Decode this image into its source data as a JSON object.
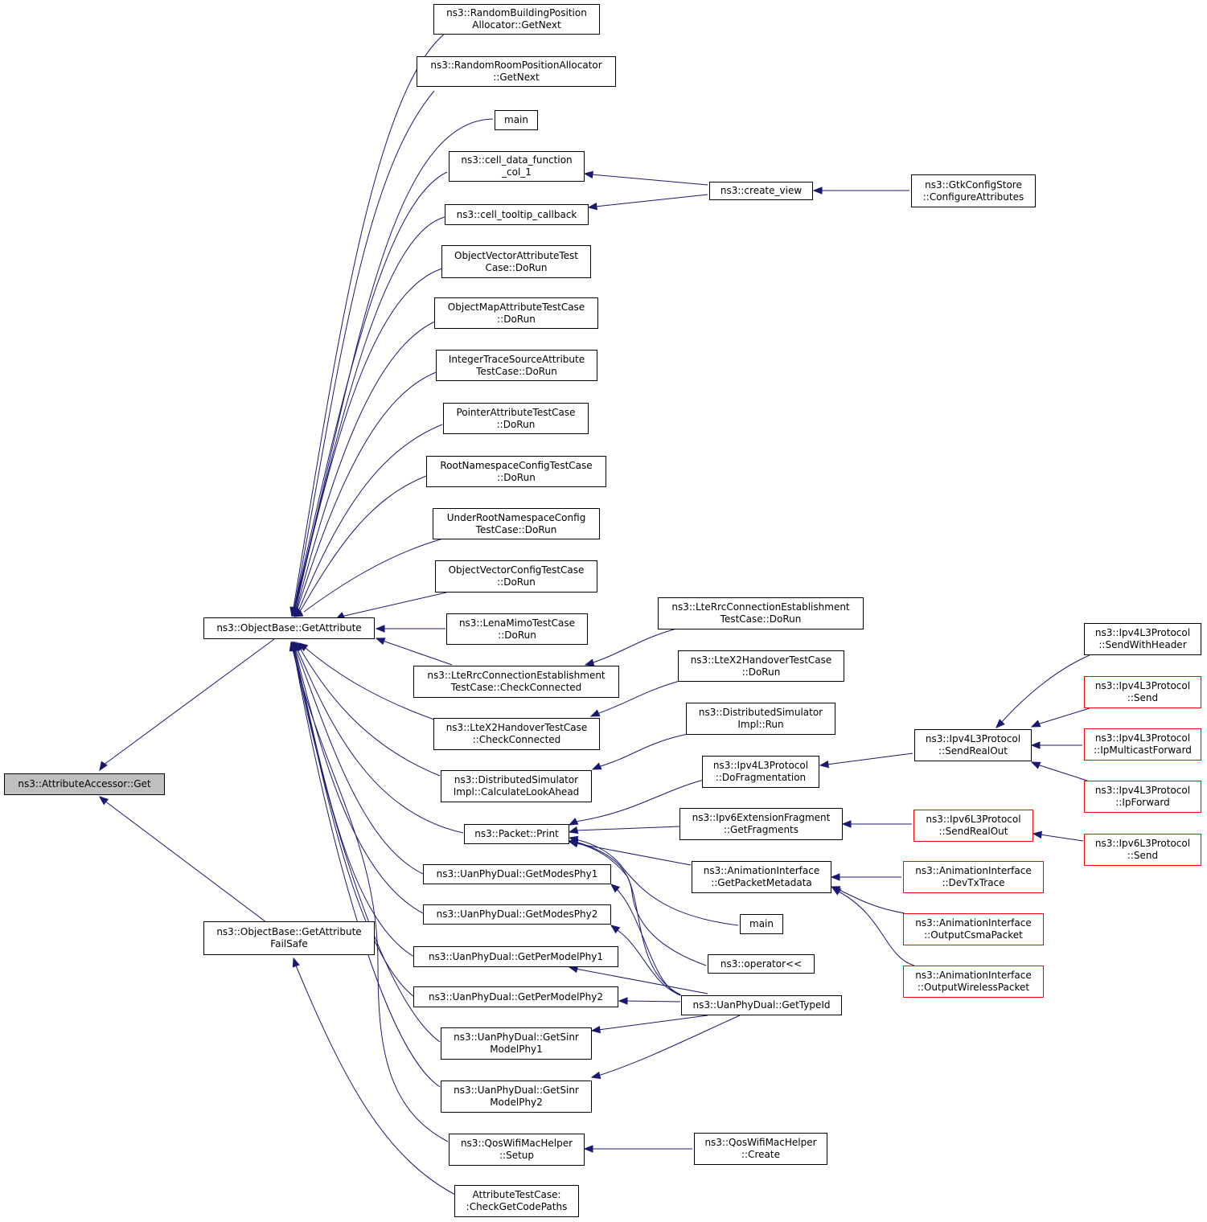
{
  "colors": {
    "edge": "#191970",
    "root_fill": "#bfbfbf",
    "node_border": "#000000",
    "truncated_border": "#ff0000"
  },
  "nodes": [
    {
      "id": "n0",
      "lines": [
        "ns3::AttributeAccessor::Get"
      ],
      "root": true
    },
    {
      "id": "n1",
      "lines": [
        "ns3::ObjectBase::GetAttribute"
      ]
    },
    {
      "id": "n2",
      "lines": [
        "ns3::ObjectBase::GetAttribute",
        "FailSafe"
      ]
    },
    {
      "id": "n3",
      "lines": [
        "ns3::RandomBuildingPosition",
        "Allocator::GetNext"
      ]
    },
    {
      "id": "n4",
      "lines": [
        "ns3::RandomRoomPositionAllocator",
        "::GetNext"
      ]
    },
    {
      "id": "n5",
      "lines": [
        "main"
      ]
    },
    {
      "id": "n6",
      "lines": [
        "ns3::cell_data_function",
        "_col_1"
      ]
    },
    {
      "id": "n7",
      "lines": [
        "ns3::cell_tooltip_callback"
      ]
    },
    {
      "id": "n8",
      "lines": [
        "ObjectVectorAttributeTest",
        "Case::DoRun"
      ]
    },
    {
      "id": "n9",
      "lines": [
        "ObjectMapAttributeTestCase",
        "::DoRun"
      ]
    },
    {
      "id": "n10",
      "lines": [
        "IntegerTraceSourceAttribute",
        "TestCase::DoRun"
      ]
    },
    {
      "id": "n11",
      "lines": [
        "PointerAttributeTestCase",
        "::DoRun"
      ]
    },
    {
      "id": "n12",
      "lines": [
        "RootNamespaceConfigTestCase",
        "::DoRun"
      ]
    },
    {
      "id": "n13",
      "lines": [
        "UnderRootNamespaceConfig",
        "TestCase::DoRun"
      ]
    },
    {
      "id": "n14",
      "lines": [
        "ObjectVectorConfigTestCase",
        "::DoRun"
      ]
    },
    {
      "id": "n15",
      "lines": [
        "ns3::LenaMimoTestCase",
        "::DoRun"
      ]
    },
    {
      "id": "n16",
      "lines": [
        "ns3::LteRrcConnectionEstablishment",
        "TestCase::CheckConnected"
      ]
    },
    {
      "id": "n17",
      "lines": [
        "ns3::LteX2HandoverTestCase",
        "::CheckConnected"
      ]
    },
    {
      "id": "n18",
      "lines": [
        "ns3::DistributedSimulator",
        "Impl::CalculateLookAhead"
      ]
    },
    {
      "id": "n19",
      "lines": [
        "ns3::Packet::Print"
      ]
    },
    {
      "id": "n20",
      "lines": [
        "ns3::UanPhyDual::GetModesPhy1"
      ]
    },
    {
      "id": "n21",
      "lines": [
        "ns3::UanPhyDual::GetModesPhy2"
      ]
    },
    {
      "id": "n22",
      "lines": [
        "ns3::UanPhyDual::GetPerModelPhy1"
      ]
    },
    {
      "id": "n23",
      "lines": [
        "ns3::UanPhyDual::GetPerModelPhy2"
      ]
    },
    {
      "id": "n24",
      "lines": [
        "ns3::UanPhyDual::GetSinr",
        "ModelPhy1"
      ]
    },
    {
      "id": "n25",
      "lines": [
        "ns3::UanPhyDual::GetSinr",
        "ModelPhy2"
      ]
    },
    {
      "id": "n26",
      "lines": [
        "ns3::QosWifiMacHelper",
        "::Setup"
      ]
    },
    {
      "id": "n27",
      "lines": [
        "AttributeTestCase:",
        ":CheckGetCodePaths"
      ]
    },
    {
      "id": "n28",
      "lines": [
        "ns3::create_view"
      ]
    },
    {
      "id": "n29",
      "lines": [
        "ns3::GtkConfigStore",
        "::ConfigureAttributes"
      ]
    },
    {
      "id": "n30",
      "lines": [
        "ns3::LteRrcConnectionEstablishment",
        "TestCase::DoRun"
      ]
    },
    {
      "id": "n31",
      "lines": [
        "ns3::LteX2HandoverTestCase",
        "::DoRun"
      ]
    },
    {
      "id": "n32",
      "lines": [
        "ns3::DistributedSimulator",
        "Impl::Run"
      ]
    },
    {
      "id": "n33",
      "lines": [
        "ns3::Ipv4L3Protocol",
        "::DoFragmentation"
      ]
    },
    {
      "id": "n34",
      "lines": [
        "ns3::Ipv6ExtensionFragment",
        "::GetFragments"
      ]
    },
    {
      "id": "n35",
      "lines": [
        "ns3::AnimationInterface",
        "::GetPacketMetadata"
      ]
    },
    {
      "id": "n36",
      "lines": [
        "main"
      ]
    },
    {
      "id": "n37",
      "lines": [
        "ns3::operator<<"
      ]
    },
    {
      "id": "n38",
      "lines": [
        "ns3::UanPhyDual::GetTypeId"
      ]
    },
    {
      "id": "n39",
      "lines": [
        "ns3::QosWifiMacHelper",
        "::Create"
      ]
    },
    {
      "id": "n40",
      "lines": [
        "ns3::Ipv4L3Protocol",
        "::SendRealOut"
      ]
    },
    {
      "id": "n41",
      "lines": [
        "ns3::Ipv6L3Protocol",
        "::SendRealOut"
      ],
      "truncated": true
    },
    {
      "id": "n42",
      "lines": [
        "ns3::AnimationInterface",
        "::DevTxTrace"
      ],
      "truncated": true
    },
    {
      "id": "n43",
      "lines": [
        "ns3::AnimationInterface",
        "::OutputCsmaPacket"
      ],
      "truncated": true
    },
    {
      "id": "n44",
      "lines": [
        "ns3::AnimationInterface",
        "::OutputWirelessPacket"
      ],
      "truncated": true
    },
    {
      "id": "n45",
      "lines": [
        "ns3::Ipv4L3Protocol",
        "::SendWithHeader"
      ]
    },
    {
      "id": "n46",
      "lines": [
        "ns3::Ipv4L3Protocol",
        "::Send"
      ],
      "truncated": true
    },
    {
      "id": "n47",
      "lines": [
        "ns3::Ipv4L3Protocol",
        "::IpMulticastForward"
      ],
      "truncated": true
    },
    {
      "id": "n48",
      "lines": [
        "ns3::Ipv4L3Protocol",
        "::IpForward"
      ],
      "truncated": true
    },
    {
      "id": "n49",
      "lines": [
        "ns3::Ipv6L3Protocol",
        "::Send"
      ],
      "truncated": true
    }
  ]
}
